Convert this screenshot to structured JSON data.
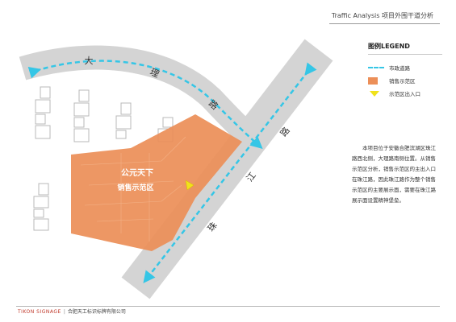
{
  "header": {
    "title": "Traffic Analysis   项目外围干道分析"
  },
  "roads": {
    "dali_road": [
      "大",
      "理",
      "路"
    ],
    "zhujiang_road": [
      "珠",
      "江",
      "路"
    ]
  },
  "site": {
    "brand": "公元天下",
    "label": "销售示范区"
  },
  "legend": {
    "title": "图例LEGEND",
    "items": [
      {
        "label": "市政道路",
        "symbol": "dashed-arrow-icon",
        "color": "#35c6e6"
      },
      {
        "label": "销售示范区",
        "symbol": "orange-area-swatch",
        "color": "#ec8f58"
      },
      {
        "label": "示范区出入口",
        "symbol": "yellow-arrow-icon",
        "color": "#f0e21a"
      }
    ]
  },
  "description": "本项目位于安徽合肥滨湖区珠江路西北侧，大理路南侧位置。从销售示范区分析，销售示范区的主出入口在珠江路，因此珠江路作为整个销售示范区的主要展示面，需要在珠江路展示面设置精神堡垒。",
  "footer": {
    "brand": "TIKON SIGNAGE",
    "separator": "|",
    "company": "合肥天工标识标牌有限公司"
  },
  "colors": {
    "road": "#d4d4d4",
    "road_arrow": "#35c6e6",
    "site": "#ec8f58",
    "entry": "#f0e21a"
  }
}
